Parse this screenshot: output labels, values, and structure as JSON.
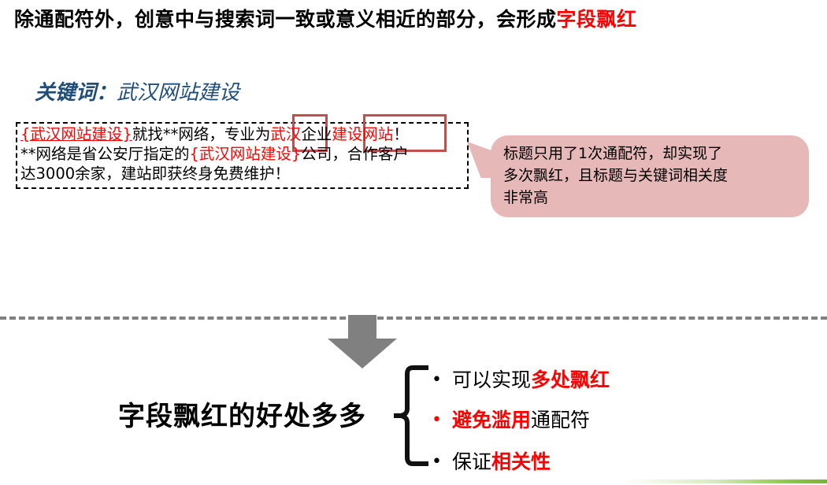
{
  "header": {
    "text_plain": "除通配符外，创意中与搜索词一致或意义相近的部分，会形成",
    "text_accent": "字段飘红"
  },
  "keyword": {
    "label": "关键词：",
    "value": "武汉网站建设"
  },
  "creative_ad": {
    "line1": {
      "seg1_red_underline": "{武汉网站建设}",
      "seg2_black": "就找**网络，专业为",
      "seg3_red": "武汉",
      "seg4_black": "企业",
      "seg5_red": "建设网站",
      "seg6_black": "！"
    },
    "line2": {
      "seg1_black": "**网络是省公安厅指定的",
      "seg2_red": "{武汉网站建设}",
      "seg3_black": "公司，合作客户"
    },
    "line3": {
      "seg1_black": "达3000余家，建站即获终身免费维护！"
    }
  },
  "callout": {
    "line1": "标题只用了1次通配符，却实现了",
    "line2": "多次飘红，且标题与关键词相关度",
    "line3": "非常高"
  },
  "bottom": {
    "title": "字段飘红的好处多多",
    "bullets": [
      {
        "dot": "•",
        "dot_color": "black",
        "black_prefix": "可以实现",
        "red_part": "多处飘红",
        "black_suffix": ""
      },
      {
        "dot": "•",
        "dot_color": "red",
        "black_prefix": "",
        "red_part": "避免滥用",
        "black_suffix": "通配符"
      },
      {
        "dot": "•",
        "dot_color": "black",
        "black_prefix": "保证",
        "red_part": "相关性",
        "black_suffix": ""
      }
    ]
  },
  "colors": {
    "accent_red": "#ff0000",
    "keyword_blue": "#1f4e79",
    "callout_pink": "#e7b8b8",
    "highlight_box_red": "#c0504d",
    "divider_gray": "#808080",
    "arrow_gray": "#808080",
    "green_accent": "#8dc63f"
  },
  "icons": {
    "down_arrow": "down-arrow-icon",
    "curly_brace": "curly-brace-icon"
  }
}
